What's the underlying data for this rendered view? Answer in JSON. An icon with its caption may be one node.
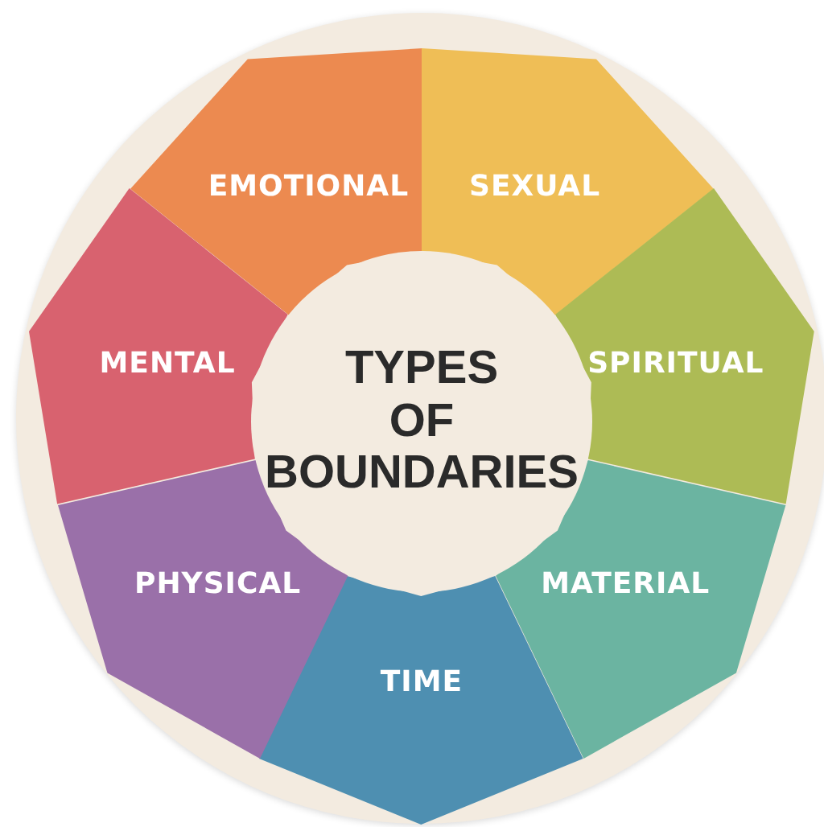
{
  "diagram": {
    "nodes": [
      {
        "text": [
          "TYPES OF BOUNDARIES"
        ]
      },
      {
        "text": [
          "EMOTIONAL"
        ]
      },
      {
        "text": [
          "SEXUAL"
        ]
      },
      {
        "text": [
          "SPIRITUAL"
        ]
      },
      {
        "text": [
          "MATERIAL"
        ]
      },
      {
        "text": [
          "TIME"
        ]
      },
      {
        "text": [
          "PHYSICAL"
        ]
      },
      {
        "text": [
          "MENTAL"
        ]
      }
    ]
  }
}
